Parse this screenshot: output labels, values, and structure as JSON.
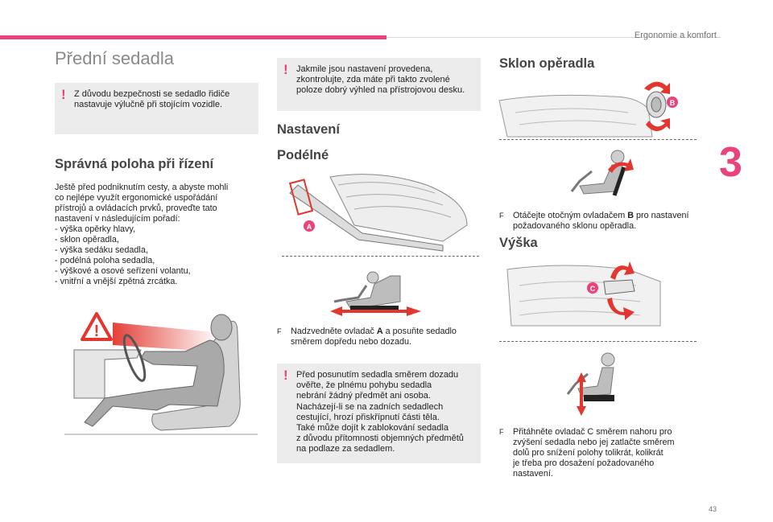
{
  "header": {
    "section": "Ergonomie a komfort",
    "chapter": "3",
    "page": "43"
  },
  "left": {
    "title": "Přední sedadla",
    "warning": "Z důvodu bezpečnosti se sedadlo řidiče nastavuje výlučně při stojícím vozidle.",
    "subtitle": "Správná poloha při řízení",
    "intro": [
      "Ještě před podniknutím cesty, a abyste mohli",
      "co nejlépe využít ergonomické uspořádání",
      "přístrojů a ovládacích prvků, proveďte tato",
      "nastavení v následujícím pořadí:"
    ],
    "list": [
      "-   výška opěrky hlavy,",
      "-   sklon opěradla,",
      "-   výška sedáku sedadla,",
      "-   podélná poloha sedadla,",
      "-   výškové a osové seřízení volantu,",
      "-   vnitřní a vnější zpětná zrcátka."
    ]
  },
  "middle": {
    "warning": "Jakmile jsou nastavení provedena, zkontrolujte, zda máte při takto zvolené poloze dobrý výhled na přístrojovou desku.",
    "title": "Nastavení",
    "subtitle": "Podélné",
    "label_a": "A",
    "bullet_glyph": "F",
    "instruction_pre": "Nadzvedněte ovladač ",
    "instruction_key": "A",
    "instruction_post": " a posuňte sedadlo směrem dopředu nebo dozadu.",
    "warning2": [
      "Před posunutím sedadla směrem dozadu",
      "ověřte, že plnému pohybu sedadla",
      "nebrání žádný předmět ani osoba.",
      "Nacházejí-li se na zadních sedadlech",
      "cestující, hrozí přiskřípnutí části těla.",
      "Také může dojít k zablokování sedadla",
      "z důvodu přítomnosti objemných předmětů",
      "na podlaze za sedadlem."
    ]
  },
  "right": {
    "title1": "Sklon opěradla",
    "label_b": "B",
    "instruction1_pre": "Otáčejte otočným ovladačem ",
    "instruction1_key": "B",
    "instruction1_post": " pro nastavení požadovaného sklonu opěradla.",
    "title2": "Výška",
    "label_c": "C",
    "instruction2": [
      "Přitáhněte ovladač C směrem nahoru pro",
      "zvýšení sedadla nebo jej zatlačte směrem",
      "dolů pro snížení polohy tolikrát, kolikrát",
      "je třeba pro dosažení požadovaného",
      "nastavení."
    ]
  },
  "colors": {
    "accent": "#e8437a",
    "box": "#ececec",
    "arrow": "#e2372f"
  }
}
